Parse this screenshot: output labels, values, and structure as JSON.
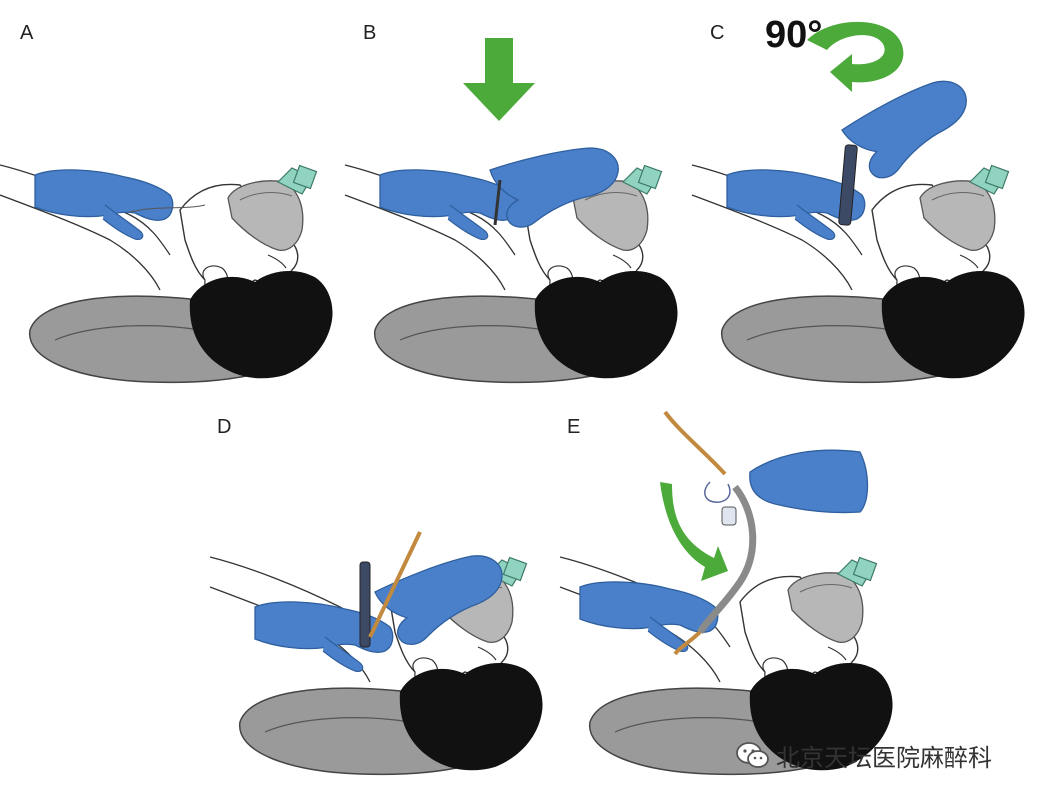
{
  "panels": [
    {
      "letter": "A"
    },
    {
      "letter": "B"
    },
    {
      "letter": "C"
    },
    {
      "letter": "D"
    },
    {
      "letter": "E"
    }
  ],
  "rotation_label": "90°",
  "watermark": {
    "text": "北京天坛医院麻醉科",
    "icon": "wechat-icon"
  },
  "colors": {
    "glove": "#4a7fc9",
    "glove_dark": "#2f5f9e",
    "arrow": "#4caa3a",
    "mask": "#b7b7b7",
    "valve": "#8fd3c0",
    "hair": "#111111",
    "pillow": "#9a9a9a",
    "tube": "#c28a3e"
  }
}
